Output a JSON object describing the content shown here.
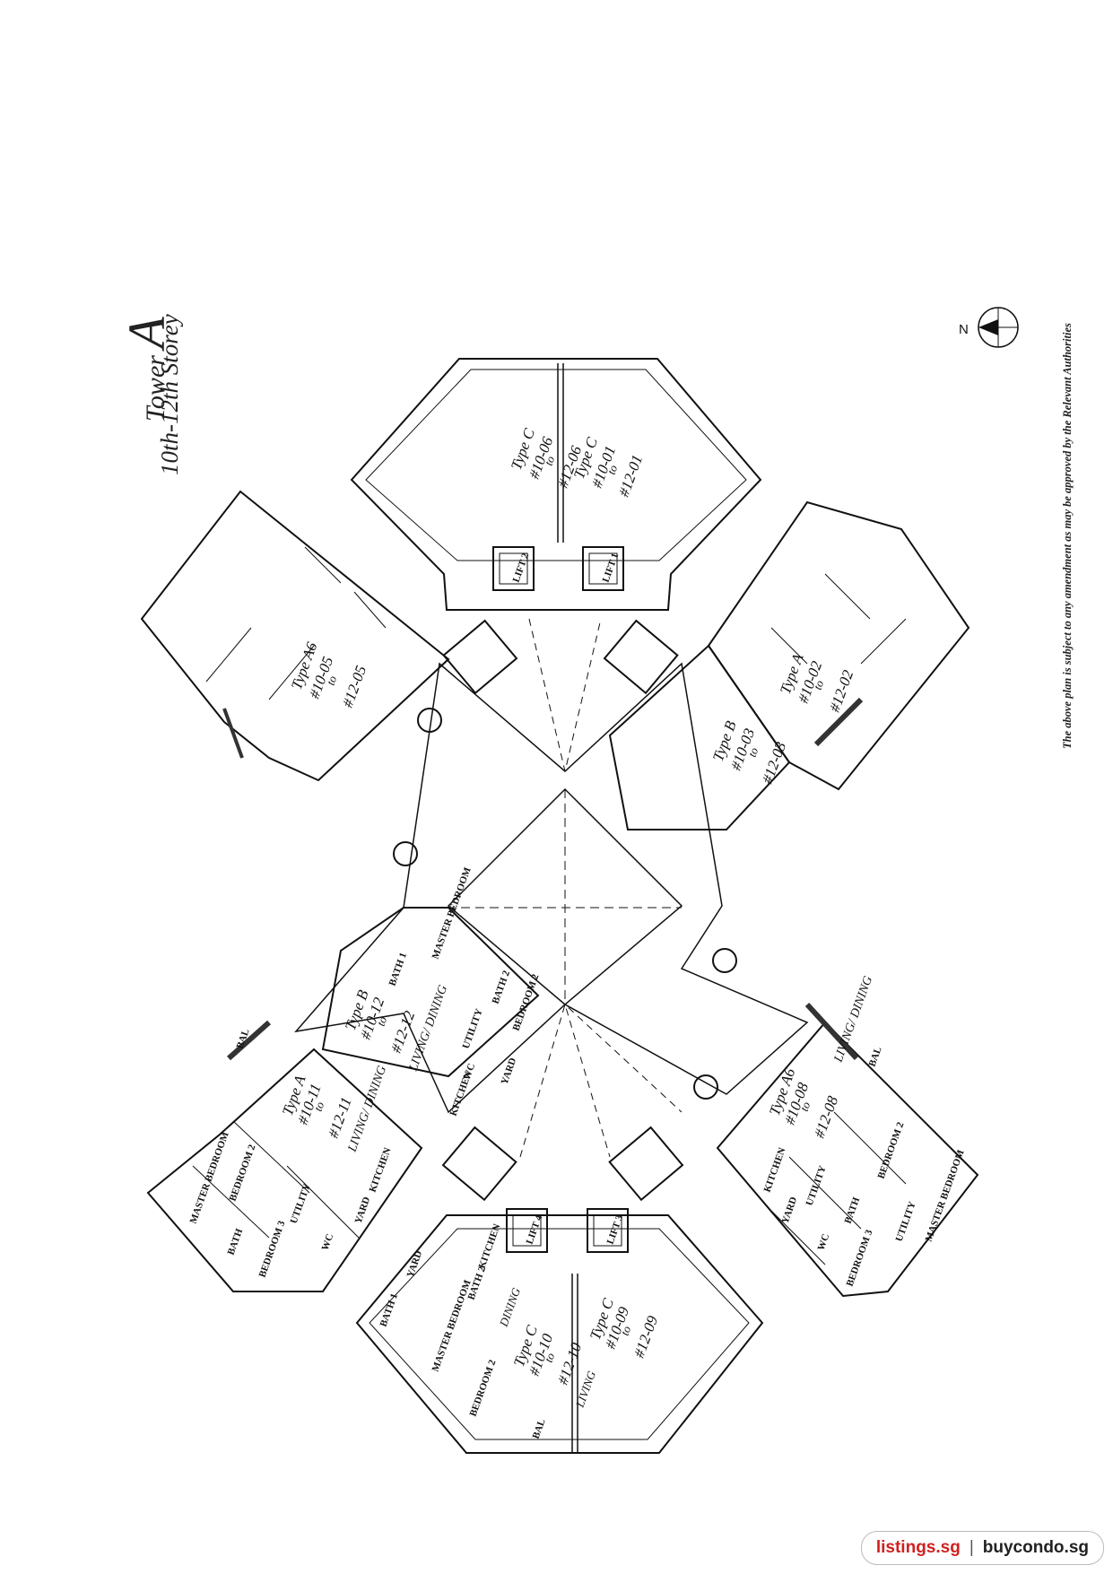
{
  "title": {
    "tower": "Tower",
    "tower_letter": "A",
    "storey": "10th-12th Storey"
  },
  "north_label": "N",
  "disclaimer": "The above plan is subject to any amendment as may be approved by the Relevant Authorities",
  "watermark": {
    "site_a": "listings.sg",
    "separator": "|",
    "site_b": "buycondo.sg"
  },
  "units": [
    {
      "type": "Type C",
      "from": "#10-06",
      "to_word": "to",
      "to": "#12-06"
    },
    {
      "type": "Type C",
      "from": "#10-01",
      "to_word": "to",
      "to": "#12-01"
    },
    {
      "type": "Type A6",
      "from": "#10-05",
      "to_word": "to",
      "to": "#12-05"
    },
    {
      "type": "Type A",
      "from": "#10-02",
      "to_word": "to",
      "to": "#12-02"
    },
    {
      "type": "Type B",
      "from": "#10-03",
      "to_word": "to",
      "to": "#12-03"
    },
    {
      "type": "Type B",
      "from": "#10-12",
      "to_word": "to",
      "to": "#12-12"
    },
    {
      "type": "Type A",
      "from": "#10-11",
      "to_word": "to",
      "to": "#12-11"
    },
    {
      "type": "Type A6",
      "from": "#10-08",
      "to_word": "to",
      "to": "#12-08"
    },
    {
      "type": "Type C",
      "from": "#10-10",
      "to_word": "to",
      "to": "#12-10"
    },
    {
      "type": "Type C",
      "from": "#10-09",
      "to_word": "to",
      "to": "#12-09"
    }
  ],
  "lifts": [
    "LIFT 2",
    "LIFT 1",
    "LIFT 4",
    "LIFT 3"
  ],
  "rooms": {
    "master_bedroom": "MASTER BEDROOM",
    "bedroom_2": "BEDROOM 2",
    "bedroom_3": "BEDROOM 3",
    "bath": "BATH",
    "bath_1": "BATH 1",
    "bath_2": "BATH 2",
    "utility": "UTILITY",
    "kitchen": "KITCHEN",
    "yard": "YARD",
    "wc": "WC",
    "bal": "BAL",
    "living_dining": "LIVING/ DINING",
    "dining": "DINING",
    "living": "LIVING"
  }
}
